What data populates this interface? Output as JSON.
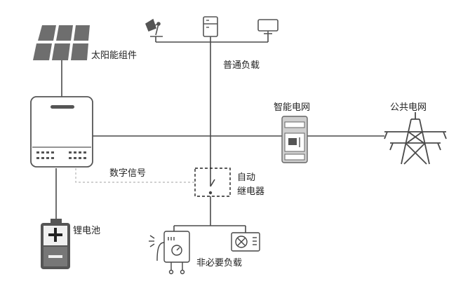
{
  "labels": {
    "solar": "太阳能组件",
    "normal_load": "普通负载",
    "smart_grid": "智能电网",
    "public_grid": "公共电网",
    "digital_signal": "数字信号",
    "relay_line1": "自动",
    "relay_line2": "继电器",
    "battery": "锂电池",
    "noncritical_load": "非必要负载"
  },
  "battery": {
    "plus": "+",
    "minus": "−"
  },
  "colors": {
    "line": "#4a4a4a",
    "device_dark": "#555555",
    "device_light": "#cfcfcf",
    "panel": "#6e6e6e",
    "dashed": "#b5b5b5"
  },
  "icons": {
    "solar": "solar-panel-icon",
    "lamp": "desk-lamp-icon",
    "fridge": "refrigerator-icon",
    "monitor": "monitor-icon",
    "inverter": "inverter-icon",
    "meter": "smart-meter-icon",
    "tower": "transmission-tower-icon",
    "relay": "relay-switch-icon",
    "battery": "battery-icon",
    "heater": "water-heater-icon",
    "ac": "air-conditioner-icon"
  }
}
